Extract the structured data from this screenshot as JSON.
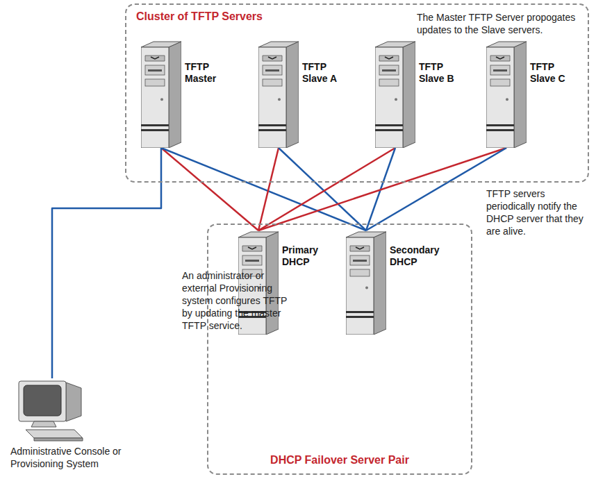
{
  "diagram": {
    "nodes": [
      {
        "text": [
          "Cluster of TFTP Servers"
        ]
      },
      {
        "text": [
          "TFTP Master"
        ],
        "in": 0
      },
      {
        "text": [
          "TFTP Slave A"
        ],
        "in": 0
      },
      {
        "text": [
          "TFTP Slave B"
        ],
        "in": 0
      },
      {
        "text": [
          "TFTP Slave C"
        ],
        "in": 0
      },
      {
        "text": [
          "Administrative Console or Provisioning System"
        ]
      },
      {
        "text": [
          "DHCP Failover Server Pair"
        ]
      },
      {
        "text": [
          "Primary DHCP"
        ],
        "in": 6
      },
      {
        "text": [
          "Secondary DHCP"
        ],
        "in": 6
      }
    ],
    "edges": [
      {
        "from": 1,
        "to": 7,
        "arrow": "none"
      },
      {
        "from": 1,
        "to": 8,
        "arrow": "none"
      },
      {
        "from": 2,
        "to": 7,
        "arrow": "none"
      },
      {
        "from": 2,
        "to": 8,
        "arrow": "none"
      },
      {
        "from": 3,
        "to": 7,
        "arrow": "none"
      },
      {
        "from": 3,
        "to": 8,
        "arrow": "none"
      },
      {
        "from": 4,
        "to": 7,
        "arrow": "none"
      },
      {
        "from": 4,
        "to": 8,
        "arrow": "none"
      },
      {
        "from": 1,
        "to": 5,
        "arrow": "none"
      }
    ],
    "labels": [
      "The Master TFTP Server propogates updates to the Slave servers.",
      "TFTP servers periodically notify the DHCP server that they are alive.",
      "An administrator or external Provisioning system configures TFTP by updating the master TFTP service."
    ]
  }
}
